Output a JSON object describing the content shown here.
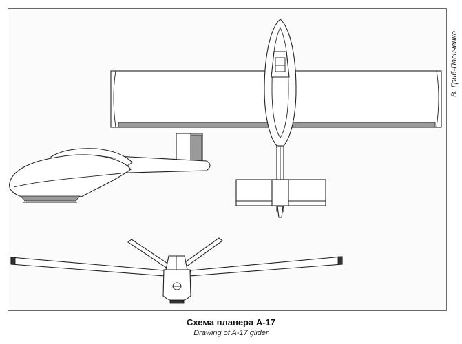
{
  "drawing": {
    "credit": "В. Гриб-Пасиченко",
    "caption_ru": "Схема планера А-17",
    "caption_en": "Drawing of A-17 glider"
  },
  "colors": {
    "line": "#222222",
    "frame": "#6a6a6a",
    "shade": "#9a9a9a"
  }
}
